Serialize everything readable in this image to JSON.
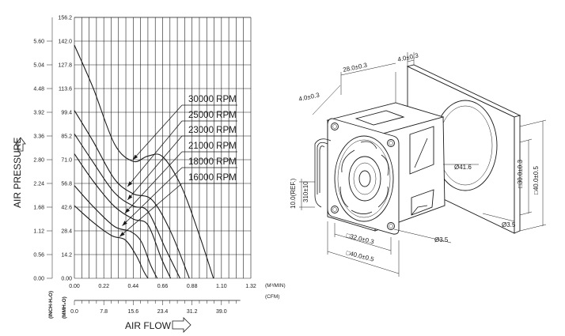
{
  "chart_data": {
    "type": "line",
    "y_left_ticks": [
      "5.60",
      "5.04",
      "4.48",
      "3.92",
      "3.36",
      "2.80",
      "2.24",
      "1.68",
      "1.12",
      "0.56",
      "0.00"
    ],
    "y_right_ticks": [
      "156.2",
      "142.0",
      "127.8",
      "113.6",
      "99.4",
      "85.2",
      "71.0",
      "56.8",
      "42.6",
      "28.4",
      "14.2",
      "0.00"
    ],
    "x_top_ticks": [
      "0.00",
      "0.22",
      "0.44",
      "0.66",
      "0.88",
      "1.10",
      "1.32"
    ],
    "x_top_unit": "(M³/MIN)",
    "x_bottom_ticks": [
      "0.0",
      "7.8",
      "15.6",
      "23.4",
      "31.2",
      "39.0"
    ],
    "x_bottom_unit": "(CFM)",
    "y_left_unit": "(INCH-H₂O)",
    "y_right_unit": "(MMH₂O)",
    "ylabel": "AIR PRESSURE",
    "xlabel": "AIR FLOW",
    "series": [
      {
        "name": "30000 RPM",
        "points": [
          [
            0.0,
            139.6
          ],
          [
            0.14,
            114.0
          ],
          [
            0.3,
            80.4
          ],
          [
            0.44,
            70.0
          ],
          [
            0.55,
            73.2
          ],
          [
            0.66,
            72.8
          ],
          [
            0.8,
            55.0
          ],
          [
            0.93,
            27.0
          ],
          [
            1.04,
            0.0
          ]
        ]
      },
      {
        "name": "25000 RPM",
        "points": [
          [
            0.0,
            100.5
          ],
          [
            0.14,
            82.0
          ],
          [
            0.3,
            59.4
          ],
          [
            0.44,
            50.6
          ],
          [
            0.58,
            47.0
          ],
          [
            0.72,
            28.0
          ],
          [
            0.86,
            0.0
          ]
        ]
      },
      {
        "name": "23000 RPM",
        "points": [
          [
            0.0,
            86.5
          ],
          [
            0.14,
            69.5
          ],
          [
            0.3,
            51.2
          ],
          [
            0.44,
            43.3
          ],
          [
            0.55,
            40.0
          ],
          [
            0.68,
            18.0
          ],
          [
            0.79,
            0.0
          ]
        ]
      },
      {
        "name": "21000 RPM",
        "points": [
          [
            0.0,
            74.5
          ],
          [
            0.14,
            58.2
          ],
          [
            0.3,
            43.0
          ],
          [
            0.44,
            35.5
          ],
          [
            0.55,
            32.0
          ],
          [
            0.65,
            12.0
          ],
          [
            0.72,
            0.0
          ]
        ]
      },
      {
        "name": "18000 RPM",
        "points": [
          [
            0.0,
            55.5
          ],
          [
            0.14,
            43.0
          ],
          [
            0.3,
            31.0
          ],
          [
            0.42,
            28.0
          ],
          [
            0.5,
            22.0
          ],
          [
            0.57,
            8.0
          ],
          [
            0.62,
            0.0
          ]
        ]
      },
      {
        "name": "16000 RPM",
        "points": [
          [
            0.0,
            43.5
          ],
          [
            0.14,
            33.5
          ],
          [
            0.28,
            25.5
          ],
          [
            0.38,
            23.0
          ],
          [
            0.46,
            14.0
          ],
          [
            0.52,
            4.0
          ],
          [
            0.55,
            0.0
          ]
        ]
      }
    ],
    "xlim": [
      0,
      1.32
    ],
    "ylim": [
      0,
      156.2
    ]
  },
  "drawing": {
    "dims": {
      "depth": "28.0±0.3",
      "flange": "4.0±0.3",
      "flange_left": "4.0±0.3",
      "wire": "310±10",
      "ref": "10.0(REF.)",
      "hub_dia": "Ø41.6",
      "hole_spacing_right": "□30.0±0.3",
      "side_right": "□40.0±0.5",
      "hole_dia_right": "Ø3.5",
      "hole_spacing": "□32.0±0.3",
      "hole_dia": "Ø3.5",
      "side": "□40.0±0.5"
    }
  }
}
